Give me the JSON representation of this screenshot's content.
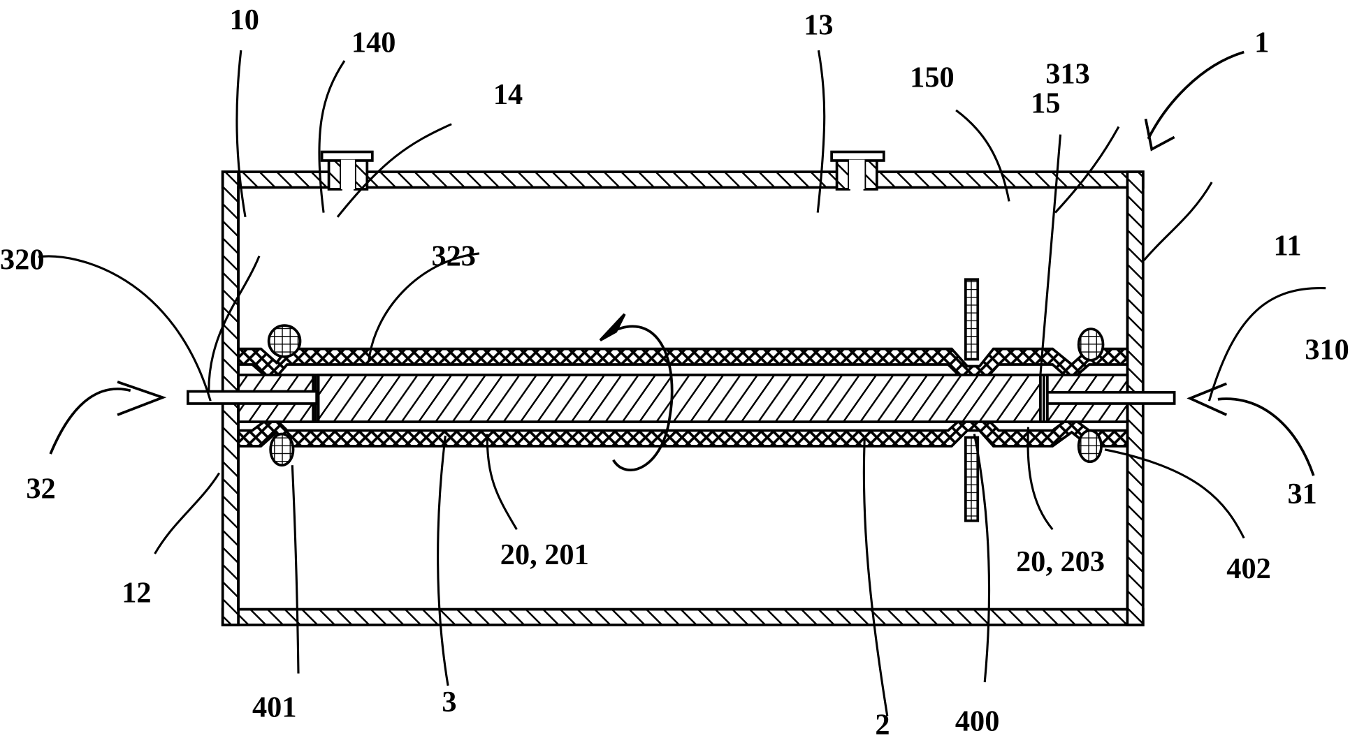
{
  "figure": {
    "description": "Patent cross-section drawing of a tubular housing with a rotating core and mesh sleeve",
    "colors": {
      "ink": "#000000",
      "paper": "#ffffff"
    },
    "labels": {
      "l1": "1",
      "l10": "10",
      "l11": "11",
      "l12": "12",
      "l13": "13",
      "l14": "14",
      "l140": "140",
      "l15": "15",
      "l150": "150",
      "l2": "2",
      "l3": "3",
      "l31": "31",
      "l32": "32",
      "l310": "310",
      "l313": "313",
      "l320": "320",
      "l323": "323",
      "l400": "400",
      "l401": "401",
      "l402": "402",
      "l20_201": "20, 201",
      "l20_203": "20, 203"
    }
  }
}
